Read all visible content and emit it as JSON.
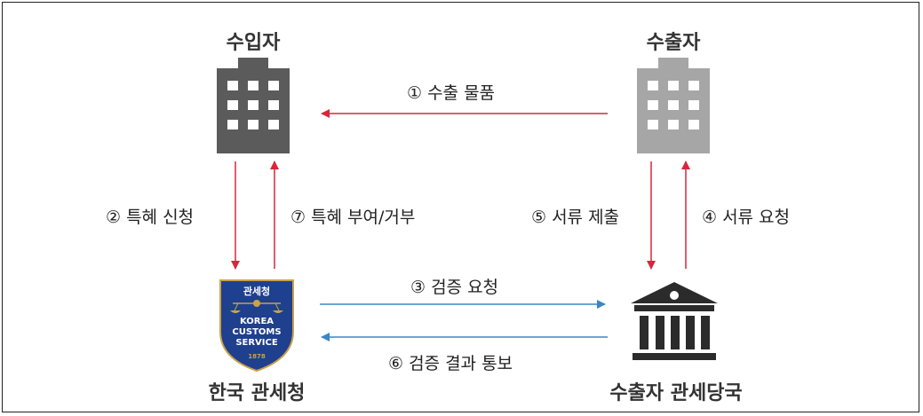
{
  "nodes": {
    "importer": {
      "label": "수입자"
    },
    "exporter": {
      "label": "수출자"
    },
    "korea_customs": {
      "label": "한국 관세청",
      "badge_title": "관세청",
      "badge_line1": "KOREA",
      "badge_line2": "CUSTOMS",
      "badge_line3": "SERVICE",
      "badge_year": "1878"
    },
    "export_customs": {
      "label": "수출자 관세당국"
    }
  },
  "edges": {
    "e1": {
      "label": "① 수출 물품",
      "color": "#d9263b"
    },
    "e2": {
      "label": "② 특혜 신청",
      "color": "#d9263b"
    },
    "e3": {
      "label": "③ 검증 요청",
      "color": "#3a86c8"
    },
    "e4": {
      "label": "④ 서류 요청",
      "color": "#d9263b"
    },
    "e5": {
      "label": "⑤ 서류 제출",
      "color": "#d9263b"
    },
    "e6": {
      "label": "⑥ 검증 결과 통보",
      "color": "#3a86c8"
    },
    "e7": {
      "label": "⑦ 특혜 부여/거부",
      "color": "#d9263b"
    }
  },
  "colors": {
    "importer_building": "#5b5b5b",
    "exporter_building": "#a6a6a6",
    "authority_building": "#2b2b2b",
    "badge_blue": "#1f3f8f"
  }
}
